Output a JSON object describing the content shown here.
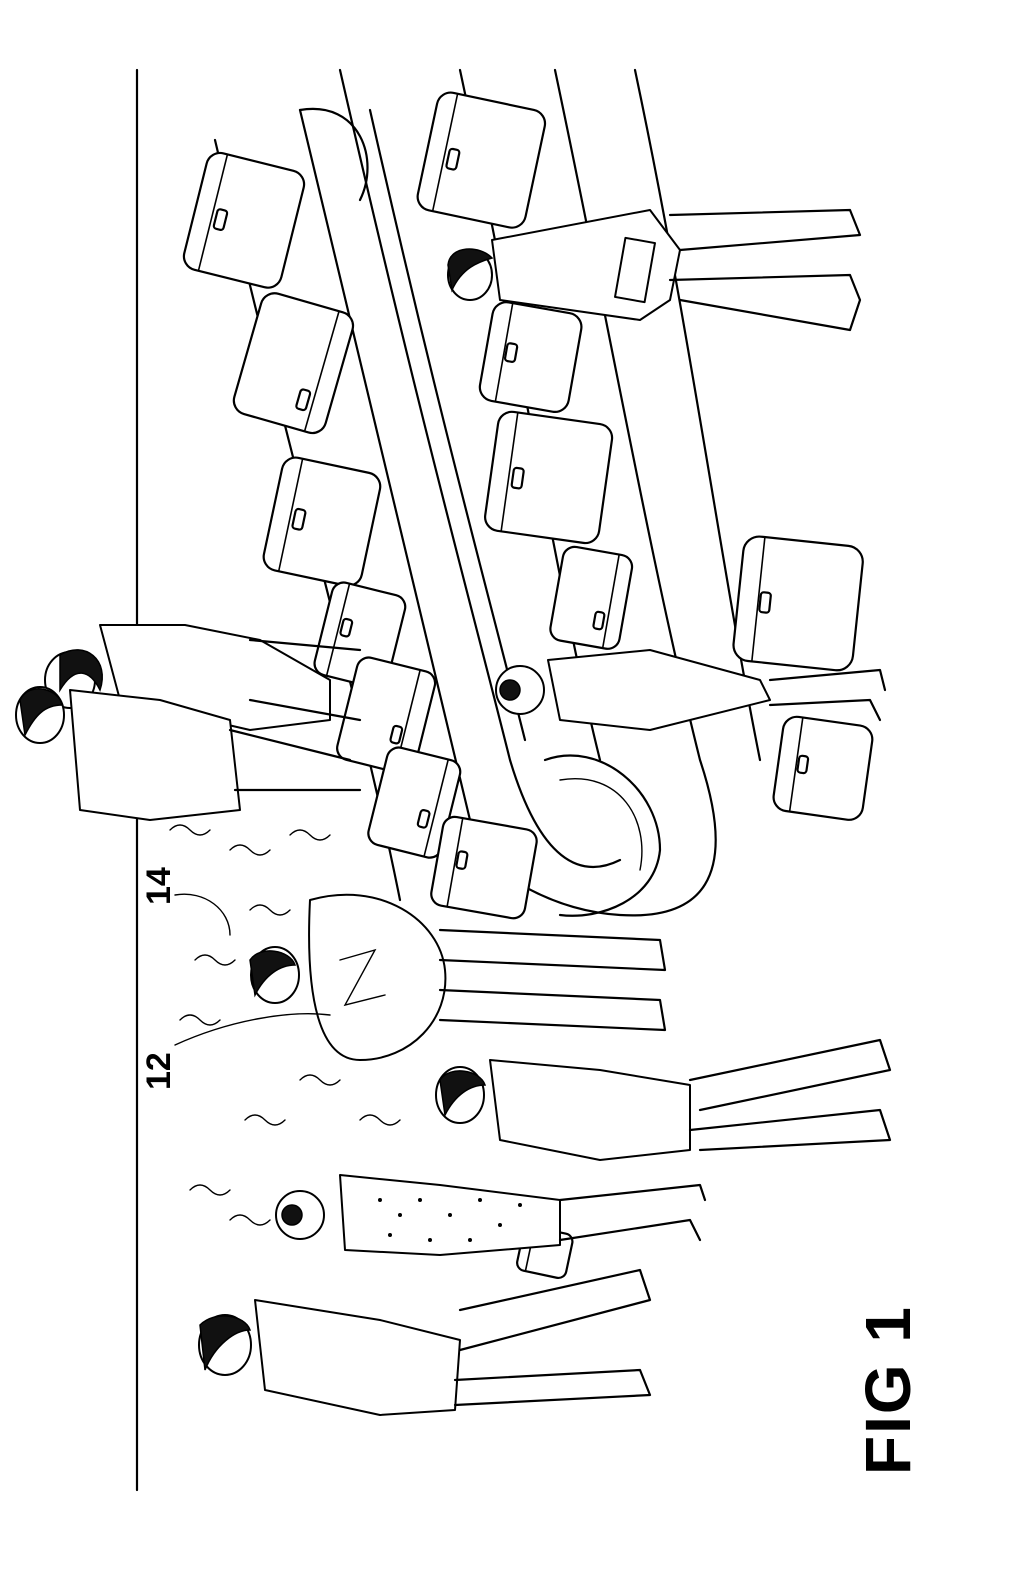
{
  "figure": {
    "title": "FIG 1",
    "ref_12": "12",
    "ref_14": "14"
  },
  "colors": {
    "ink": "#000000",
    "paper": "#ffffff"
  }
}
